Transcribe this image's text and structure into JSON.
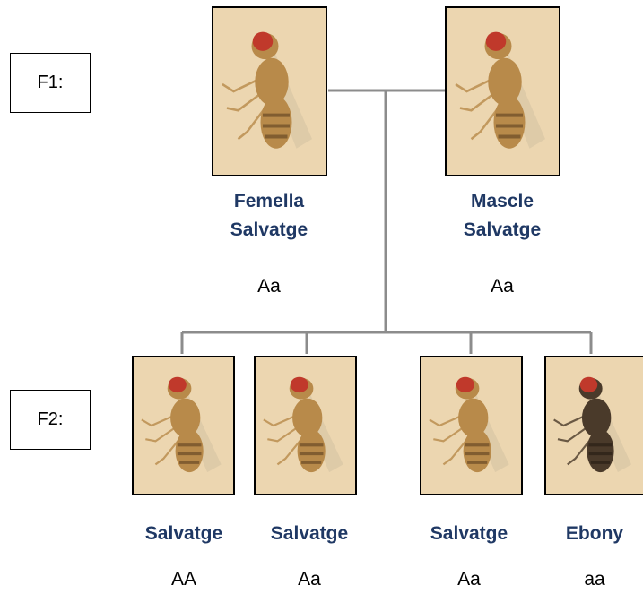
{
  "generations": {
    "f1_label": "F1:",
    "f2_label": "F2:"
  },
  "parents": [
    {
      "phenotype": "Femella\nSalvatge",
      "genotype": "Aa",
      "body": "wild-type",
      "icon": "fly-female-photo"
    },
    {
      "phenotype": "Mascle\nSalvatge",
      "genotype": "Aa",
      "body": "wild-type",
      "icon": "fly-male-photo"
    }
  ],
  "offspring": [
    {
      "phenotype": "Salvatge",
      "genotype": "AA",
      "body": "wild-type",
      "icon": "fly-photo"
    },
    {
      "phenotype": "Salvatge",
      "genotype": "Aa",
      "body": "wild-type",
      "icon": "fly-photo"
    },
    {
      "phenotype": "Salvatge",
      "genotype": "Aa",
      "body": "wild-type",
      "icon": "fly-photo"
    },
    {
      "phenotype": "Ebony",
      "genotype": "aa",
      "body": "ebony",
      "icon": "fly-photo"
    }
  ],
  "colors": {
    "phenotype_text": "#1f3864",
    "connector": "#8c8c8c",
    "photo_background": "#ecd6b0",
    "wild_body": "#b88a4a",
    "ebony_body": "#4a3a2a",
    "eye": "#c0392b"
  }
}
